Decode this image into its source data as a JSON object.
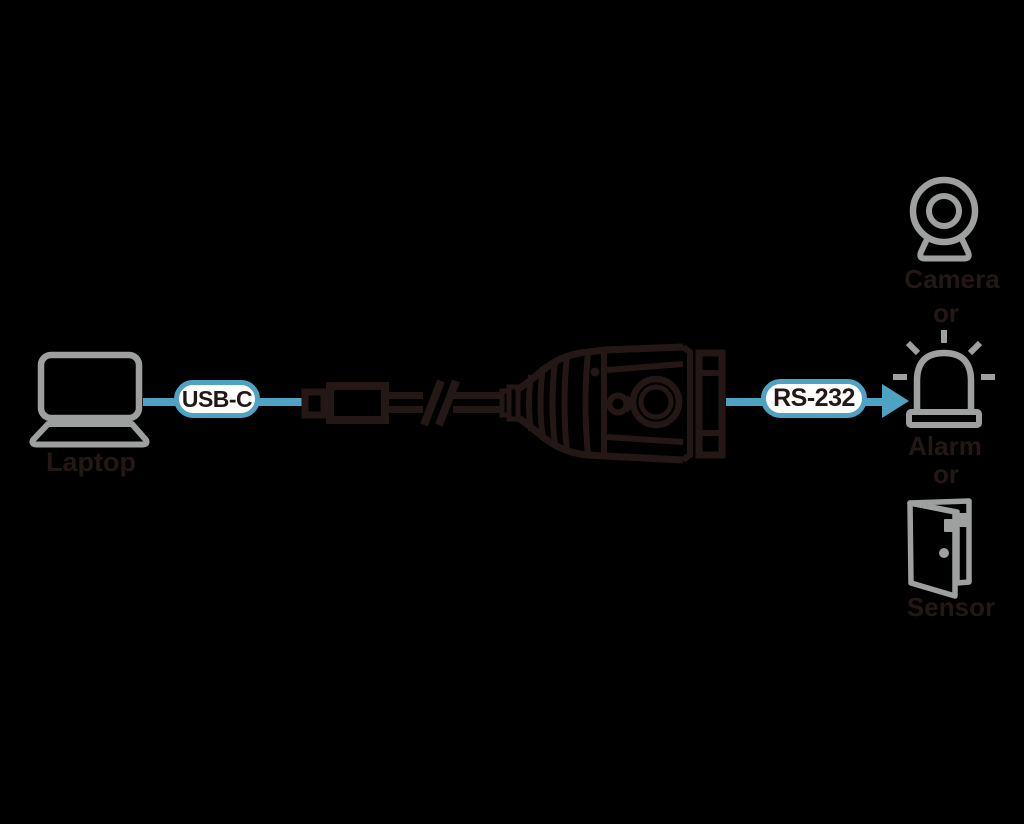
{
  "colors": {
    "background": "#000000",
    "accent_blue": "#4FA3C2",
    "dark_line": "#231815",
    "icon_gray": "#9E9F9F",
    "badge_fill": "#FFFFFF"
  },
  "source": {
    "label": "Laptop"
  },
  "cable": {
    "usb_badge": "USB-C",
    "serial_badge": "RS-232"
  },
  "targets": {
    "camera": "Camera",
    "or_1": "or",
    "alarm": "Alarm",
    "or_2": "or",
    "sensor": "Sensor"
  }
}
